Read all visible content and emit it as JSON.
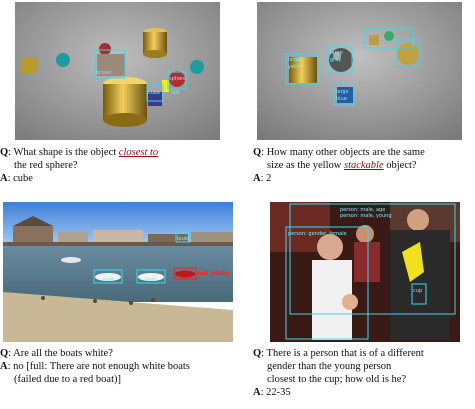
{
  "panels": [
    {
      "question_prefix": "Q",
      "question_before": ": What shape is the object ",
      "question_highlight": "closest to",
      "question_after": "the red sphere?",
      "answer_prefix": "A",
      "answer": ": cube",
      "labels": [
        "brown",
        "cube",
        "sphere",
        "red"
      ]
    },
    {
      "question_prefix": "Q",
      "question_before": ": How many other objects are the same",
      "question_line2_before": "size as the yellow ",
      "question_highlight": "stackable",
      "question_after": " object?",
      "answer_prefix": "A",
      "answer": ": 2",
      "labels": [
        "large",
        "yellow",
        "large",
        "gray",
        "large",
        "blue"
      ]
    },
    {
      "question_prefix": "Q",
      "question_text": ": Are all the boats white?",
      "answer_prefix": "A",
      "answer_line1": ": no [full: There are not enough white boats",
      "answer_line2": "(failed due to a red boat)]",
      "labels": [
        "boat",
        "boat",
        "boat",
        "not white"
      ]
    },
    {
      "question_prefix": "Q",
      "question_line1": ": There is a person that is of a different",
      "question_line2": "gender than the young person",
      "question_line3": "closest to the cup; how old is he?",
      "answer_prefix": "A",
      "answer": ": 22-35",
      "labels": [
        "person: male, age",
        "person: male, young",
        "person: gender, female",
        "cup"
      ]
    }
  ]
}
